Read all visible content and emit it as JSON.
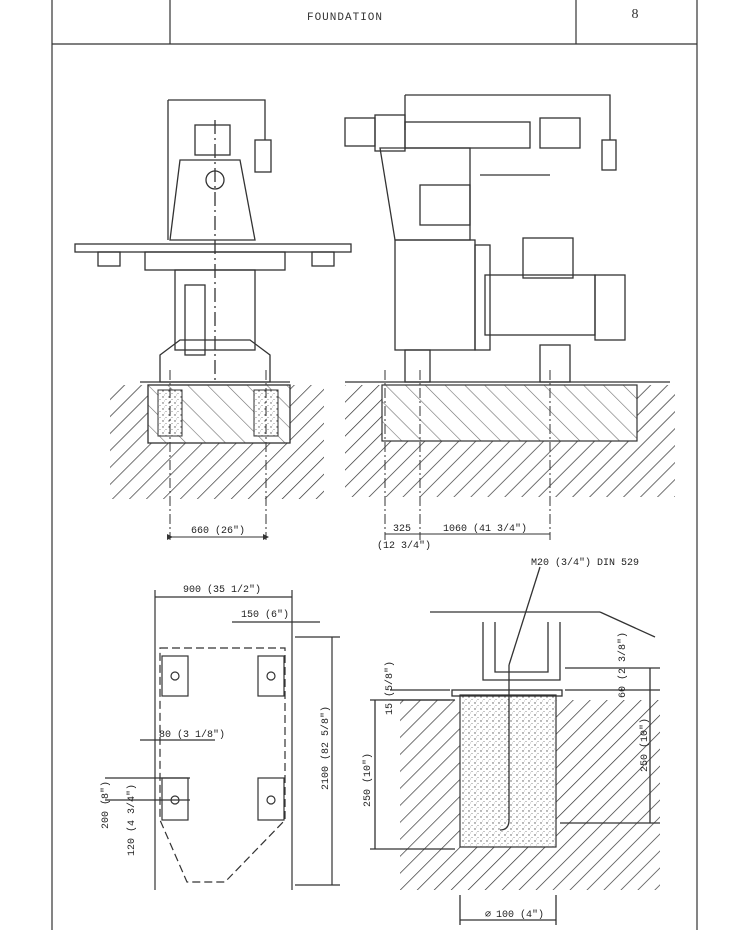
{
  "header": {
    "title": "FOUNDATION",
    "page_number": "8"
  },
  "dimensions": {
    "front_anchor_spacing": "660 (26\")",
    "side_offset": "325",
    "side_offset_in": "(12 3/4\")",
    "side_spacing": "1060 (41 3/4\")",
    "plan_width": "900 (35 1/2\")",
    "plan_pad": "150 (6\")",
    "plan_length": "2100 (82 5/8\")",
    "plan_hole_offset": "80 (3 1/8\")",
    "plan_200": "200 (8\")",
    "plan_120": "120 (4 3/4\")",
    "bolt_spec": "M20 (3/4\") DIN 529",
    "detail_15": "15 (5/8\")",
    "detail_250_left": "250 (10\")",
    "detail_60": "60 (2 3/8\")",
    "detail_250_right": "250 (10\")",
    "detail_dia": "100 (4\")",
    "dia_symbol": "⌀"
  }
}
